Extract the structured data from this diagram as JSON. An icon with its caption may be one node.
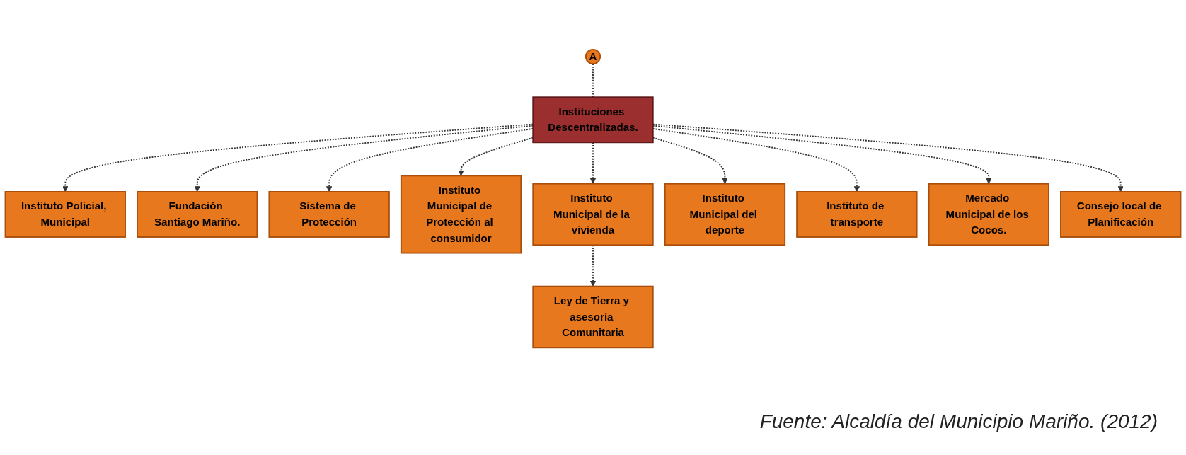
{
  "diagram": {
    "caption": "Fuente: Alcaldía del Municipio Mariño. (2012)",
    "nodes": [
      {
        "text": [
          "A"
        ]
      },
      {
        "text": [
          "Instituciones Descentralizadas."
        ]
      },
      {
        "text": [
          "Instituto Policial, Municipal"
        ]
      },
      {
        "text": [
          "Fundación Santiago Mariño."
        ]
      },
      {
        "text": [
          "Sistema de Protección"
        ]
      },
      {
        "text": [
          "Instituto Municipal de Protección al consumidor"
        ]
      },
      {
        "text": [
          "Instituto Municipal de la vivienda"
        ]
      },
      {
        "text": [
          "Instituto Municipal del deporte"
        ]
      },
      {
        "text": [
          "Instituto de transporte"
        ]
      },
      {
        "text": [
          "Mercado Municipal de los Cocos."
        ]
      },
      {
        "text": [
          "Consejo local de Planificación"
        ]
      },
      {
        "text": [
          "Ley de Tierra y asesoría Comunitaria"
        ]
      }
    ],
    "edges": [
      {
        "from": 0,
        "to": 1,
        "arrow": "none",
        "style": "dashed"
      },
      {
        "from": 1,
        "to": 2,
        "arrow": "to",
        "style": "dashed"
      },
      {
        "from": 1,
        "to": 3,
        "arrow": "to",
        "style": "dashed"
      },
      {
        "from": 1,
        "to": 4,
        "arrow": "to",
        "style": "dashed"
      },
      {
        "from": 1,
        "to": 5,
        "arrow": "to",
        "style": "dashed"
      },
      {
        "from": 1,
        "to": 6,
        "arrow": "to",
        "style": "dashed"
      },
      {
        "from": 1,
        "to": 7,
        "arrow": "to",
        "style": "dashed"
      },
      {
        "from": 1,
        "to": 8,
        "arrow": "to",
        "style": "dashed"
      },
      {
        "from": 1,
        "to": 9,
        "arrow": "to",
        "style": "dashed"
      },
      {
        "from": 1,
        "to": 10,
        "arrow": "to",
        "style": "dashed"
      },
      {
        "from": 6,
        "to": 11,
        "arrow": "to",
        "style": "dashed"
      }
    ]
  }
}
